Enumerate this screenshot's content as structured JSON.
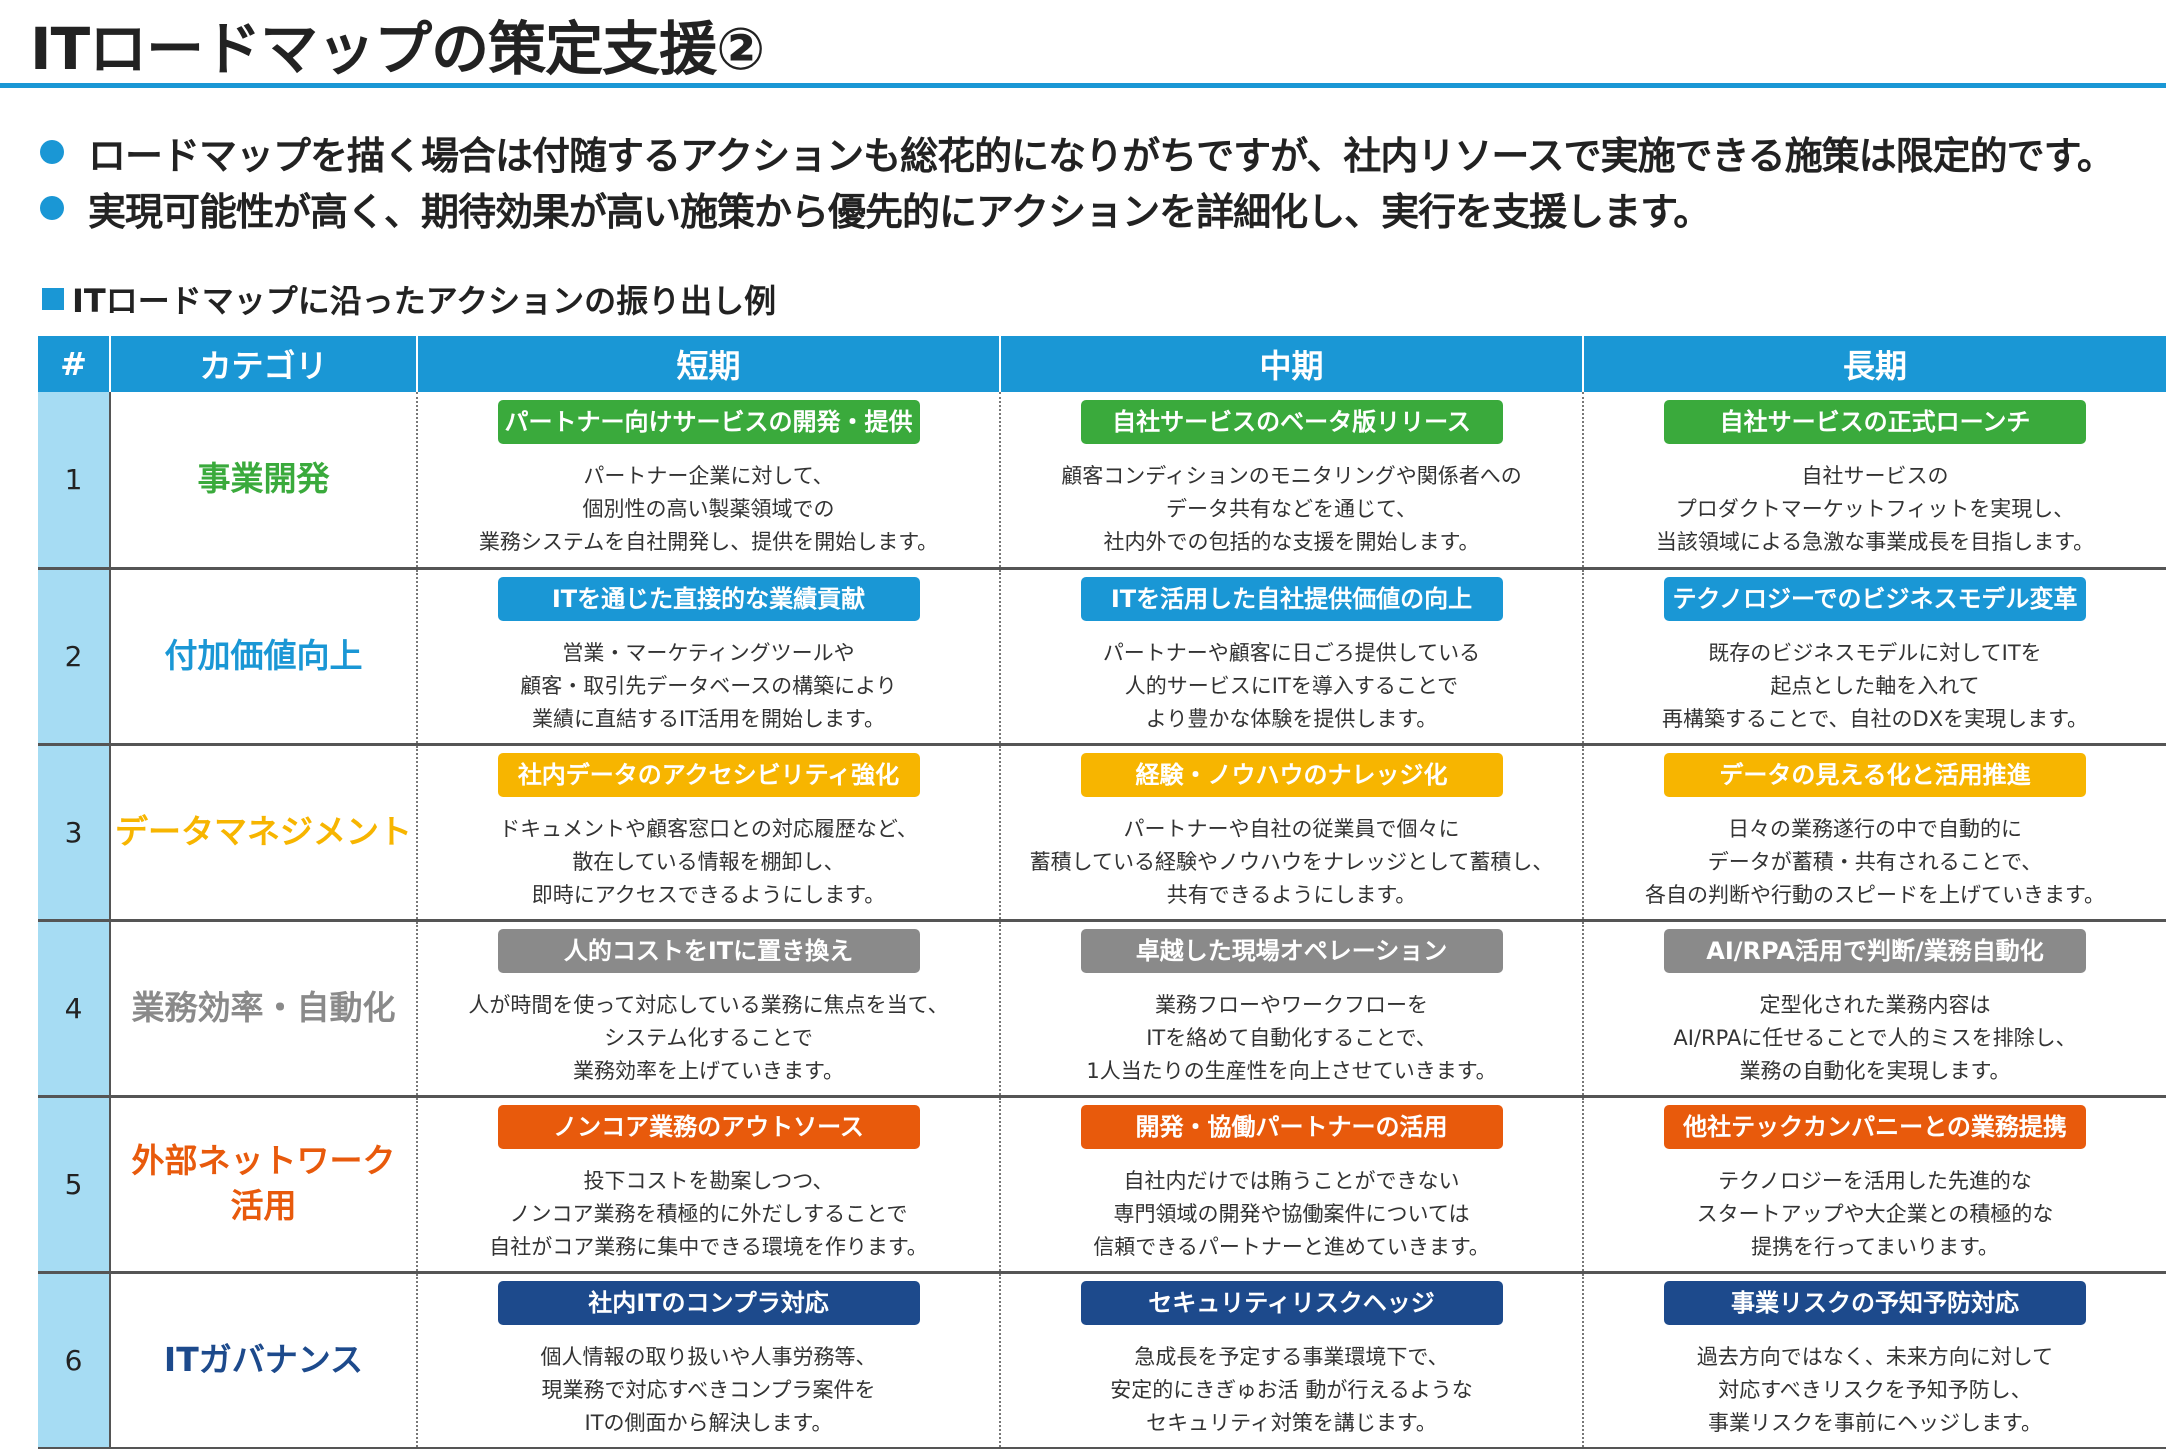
{
  "title": "ITロードマップの策定支援②",
  "bullets": [
    "ロードマップを描く場合は付随するアクションも総花的になりがちですが、社内リソースで実施できる施策は限定的です。",
    "実現可能性が高く、期待効果が高い施策から優先的にアクションを詳細化し、実行を支援します。"
  ],
  "section_heading": "ITロードマップに沿ったアクションの振り出し例",
  "colors": {
    "accent": "#1a97d5",
    "green": "#3aaa3c",
    "blue": "#1a97d5",
    "yellow": "#f7b500",
    "gray": "#8a8a8a",
    "orange": "#e85a0c",
    "navy": "#1d4a8c"
  },
  "table": {
    "headers": [
      "#",
      "カテゴリ",
      "短期",
      "中期",
      "長期"
    ],
    "rows": [
      {
        "num": "1",
        "category": [
          "事業開発"
        ],
        "short": {
          "label": "パートナー向けサービスの開発・提供",
          "desc": [
            "パートナー企業に対して、",
            "個別性の高い製薬領域での",
            "業務システムを自社開発し、提供を開始します。"
          ]
        },
        "mid": {
          "label": "自社サービスのベータ版リリース",
          "desc": [
            "顧客コンディションのモニタリングや関係者への",
            "データ共有などを通じて、",
            "社内外での包括的な支援を開始します。"
          ]
        },
        "long": {
          "label": "自社サービスの正式ローンチ",
          "desc": [
            "自社サービスの",
            "プロダクトマーケットフィットを実現し、",
            "当該領域による急激な事業成長を目指します。"
          ]
        }
      },
      {
        "num": "2",
        "category": [
          "付加価値向上"
        ],
        "short": {
          "label": "ITを通じた直接的な業績貢献",
          "desc": [
            "営業・マーケティングツールや",
            "顧客・取引先データベースの構築により",
            "業績に直結するIT活用を開始します。"
          ]
        },
        "mid": {
          "label": "ITを活用した自社提供価値の向上",
          "desc": [
            "パートナーや顧客に日ごろ提供している",
            "人的サービスにITを導入することで",
            "より豊かな体験を提供します。"
          ]
        },
        "long": {
          "label": "テクノロジーでのビジネスモデル変革",
          "desc": [
            "既存のビジネスモデルに対してITを",
            "起点とした軸を入れて",
            "再構築することで、自社のDXを実現します。"
          ]
        }
      },
      {
        "num": "3",
        "category": [
          "データマネジメント"
        ],
        "short": {
          "label": "社内データのアクセシビリティ強化",
          "desc": [
            "ドキュメントや顧客窓口との対応履歴など、",
            "散在している情報を棚卸し、",
            "即時にアクセスできるようにします。"
          ]
        },
        "mid": {
          "label": "経験・ノウハウのナレッジ化",
          "desc": [
            "パートナーや自社の従業員で個々に",
            "蓄積している経験やノウハウをナレッジとして蓄積し、",
            "共有できるようにします。"
          ]
        },
        "long": {
          "label": "データの見える化と活用推進",
          "desc": [
            "日々の業務遂行の中で自動的に",
            "データが蓄積・共有されることで、",
            "各自の判断や行動のスピードを上げていきます。"
          ]
        }
      },
      {
        "num": "4",
        "category": [
          "業務効率・自動化"
        ],
        "short": {
          "label": "人的コストをITに置き換え",
          "desc": [
            "人が時間を使って対応している業務に焦点を当て、",
            "システム化することで",
            "業務効率を上げていきます。"
          ]
        },
        "mid": {
          "label": "卓越した現場オペレーション",
          "desc": [
            "業務フローやワークフローを",
            "ITを絡めて自動化することで、",
            "1人当たりの生産性を向上させていきます。"
          ]
        },
        "long": {
          "label": "AI/RPA活用で判断/業務自動化",
          "desc": [
            "定型化された業務内容は",
            "AI/RPAに任せることで人的ミスを排除し、",
            "業務の自動化を実現します。"
          ]
        }
      },
      {
        "num": "5",
        "category": [
          "外部ネットワーク",
          "活用"
        ],
        "short": {
          "label": "ノンコア業務のアウトソース",
          "desc": [
            "投下コストを勘案しつつ、",
            "ノンコア業務を積極的に外だしすることで",
            "自社がコア業務に集中できる環境を作ります。"
          ]
        },
        "mid": {
          "label": "開発・協働パートナーの活用",
          "desc": [
            "自社内だけでは賄うことができない",
            "専門領域の開発や協働案件については",
            "信頼できるパートナーと進めていきます。"
          ]
        },
        "long": {
          "label": "他社テックカンパニーとの業務提携",
          "desc": [
            "テクノロジーを活用した先進的な",
            "スタートアップや大企業との積極的な",
            "提携を行ってまいります。"
          ]
        }
      },
      {
        "num": "6",
        "category": [
          "ITガバナンス"
        ],
        "short": {
          "label": "社内ITのコンプラ対応",
          "desc": [
            "個人情報の取り扱いや人事労務等、",
            "現業務で対応すべきコンプラ案件を",
            "ITの側面から解決します。"
          ]
        },
        "mid": {
          "label": "セキュリティリスクヘッジ",
          "desc": [
            "急成長を予定する事業環境下で、",
            "安定的にきぎゅお活 動が行えるような",
            "セキュリティ対策を講じます。"
          ]
        },
        "long": {
          "label": "事業リスクの予知予防対応",
          "desc": [
            "過去方向ではなく、未来方向に対して",
            "対応すべきリスクを予知予防し、",
            "事業リスクを事前にヘッジします。"
          ]
        }
      }
    ]
  }
}
